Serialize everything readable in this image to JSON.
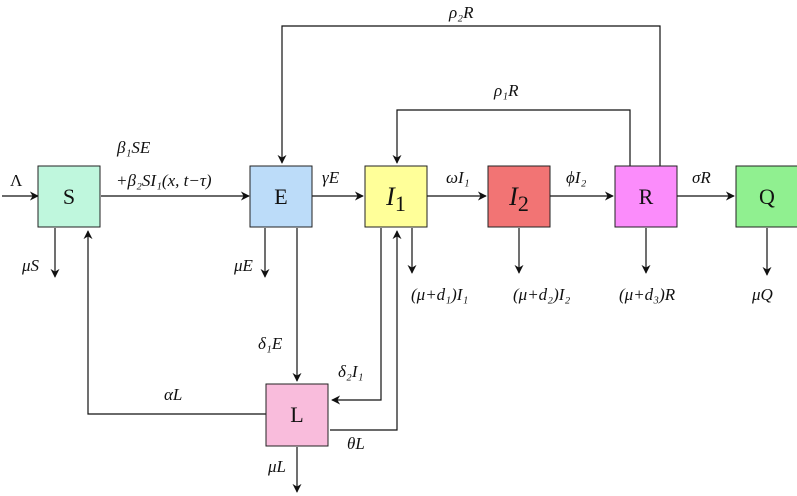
{
  "compartments": {
    "S": {
      "label": "S",
      "color": "#bff7dd"
    },
    "E": {
      "label": "E",
      "color": "#bcdcf9"
    },
    "I1": {
      "label": "I",
      "sub": "1",
      "color": "#ffff99"
    },
    "I2": {
      "label": "I",
      "sub": "2",
      "color": "#f27474"
    },
    "R": {
      "label": "R",
      "color": "#fb8cfb"
    },
    "Q": {
      "label": "Q",
      "color": "#90f090"
    },
    "L": {
      "label": "L",
      "color": "#f9bcdc"
    }
  },
  "rates": {
    "lambda_in": "Λ",
    "infection_line1": "β₁SE",
    "infection_line2": "+β₂SI₁(x, t−τ)",
    "gammaE": "γE",
    "omegaI1": "ωI₁",
    "phiI2": "ϕI₂",
    "sigmaR": "σR",
    "rho1R": "ρ₁R",
    "rho2R": "ρ₂R",
    "muS": "μS",
    "muE": "μE",
    "death_I1": "(μ+d₁)I₁",
    "death_I2": "(μ+d₂)I₂",
    "death_R": "(μ+d₃)R",
    "muQ": "μQ",
    "delta1E": "δ₁E",
    "delta2I1": "δ₂I₁",
    "alphaL": "αL",
    "thetaL": "θL",
    "muL": "μL"
  }
}
